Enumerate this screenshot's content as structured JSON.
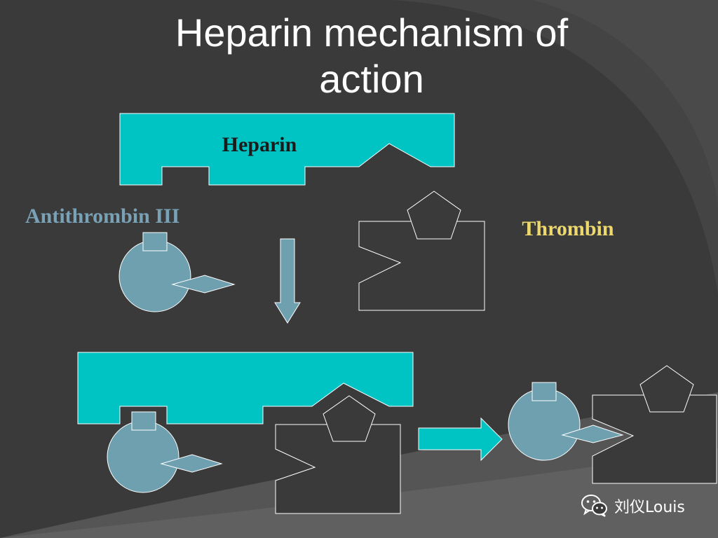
{
  "slide": {
    "title_line1": "Heparin mechanism of",
    "title_line2": "action"
  },
  "labels": {
    "heparin": "Heparin",
    "antithrombin": "Antithrombin III",
    "thrombin": "Thrombin"
  },
  "watermark": {
    "text": "刘仪Louis",
    "icon": "wechat-icon"
  },
  "colors": {
    "background": "#3a3a3a",
    "heparin": "#00c4c4",
    "antithrombin": "#6ea0b0",
    "antithrombin_label": "#7aa2b6",
    "thrombin_label": "#ecd86c",
    "outline": "#ffffff"
  }
}
